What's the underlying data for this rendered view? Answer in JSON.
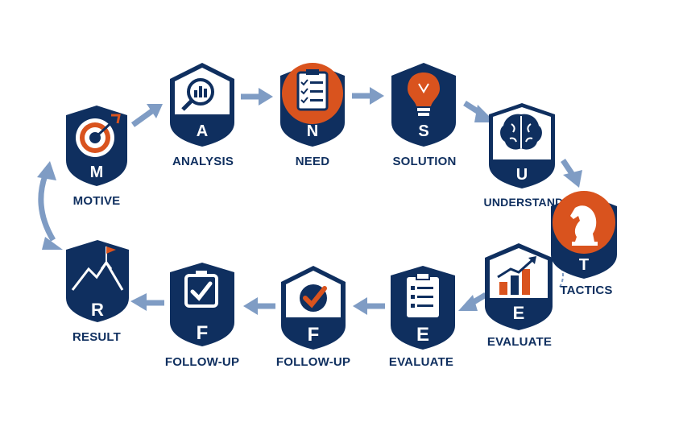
{
  "colors": {
    "navy": "#0f2f5f",
    "orange": "#d9531e",
    "arrow": "#7f9cc4",
    "white": "#ffffff"
  },
  "steps": [
    {
      "letter": "M",
      "label": "MOTIVE",
      "icon": "target-icon"
    },
    {
      "letter": "A",
      "label": "ANALYSIS",
      "icon": "magnifier-chart-icon"
    },
    {
      "letter": "N",
      "label": "NEED",
      "icon": "checklist-icon"
    },
    {
      "letter": "S",
      "label": "SOLUTION",
      "icon": "lightbulb-icon"
    },
    {
      "letter": "U",
      "label": "UNDERSTAND",
      "icon": "brain-icon"
    },
    {
      "letter": "T",
      "label": "TACTICS",
      "icon": "chess-knight-icon"
    },
    {
      "letter": "E",
      "label": "EVALUATE",
      "icon": "bar-chart-growth-icon"
    },
    {
      "letter": "E",
      "label": "EVALUATE",
      "icon": "clipboard-list-icon"
    },
    {
      "letter": "F",
      "label": "FOLLOW-UP",
      "icon": "check-badge-icon"
    },
    {
      "letter": "F",
      "label": "FOLLOW-UP",
      "icon": "checkbox-icon"
    },
    {
      "letter": "R",
      "label": "RESULT",
      "icon": "mountain-flag-icon"
    }
  ]
}
